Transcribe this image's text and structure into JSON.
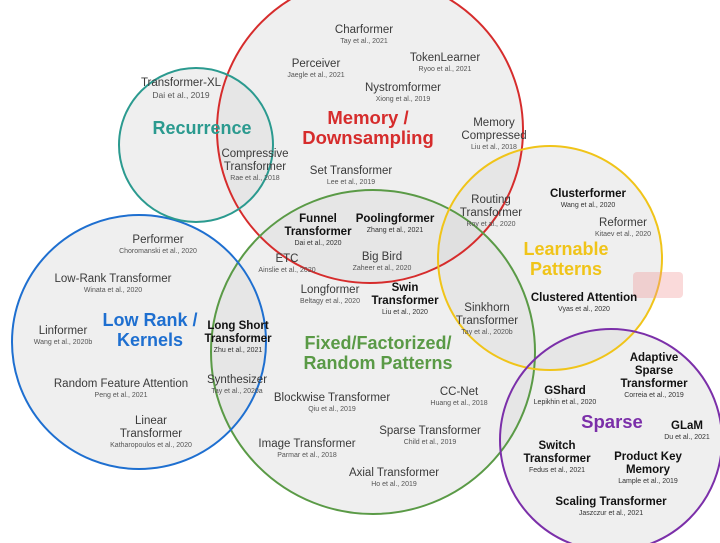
{
  "colors": {
    "recurrence": "#2b9a8f",
    "memory": "#d62c2c",
    "learnable": "#f0c419",
    "low_rank": "#1e6fd0",
    "fixed": "#5a9a46",
    "sparse": "#7b2fa9",
    "fill": "#d9d9d9"
  },
  "categories": {
    "recurrence": "Recurrence",
    "memory": [
      "Memory /",
      "Downsampling"
    ],
    "learnable": [
      "Learnable",
      "Patterns"
    ],
    "low_rank": [
      "Low Rank /",
      "Kernels"
    ],
    "fixed": [
      "Fixed/Factorized/",
      "Random Patterns"
    ],
    "sparse": "Sparse"
  },
  "models": [
    {
      "name": [
        "Charformer"
      ],
      "cite": "Tay et al., 2021"
    },
    {
      "name": [
        "Perceiver"
      ],
      "cite": "Jaegle et al., 2021"
    },
    {
      "name": [
        "TokenLearner"
      ],
      "cite": "Ryoo et al., 2021"
    },
    {
      "name": [
        "Nystromformer"
      ],
      "cite": "Xiong et al., 2019"
    },
    {
      "name": [
        "Transformer-XL"
      ],
      "cite": "Dai et al., 2019"
    },
    {
      "name": [
        "Memory",
        "Compressed"
      ],
      "cite": "Liu et al., 2018"
    },
    {
      "name": [
        "Compressive",
        "Transformer"
      ],
      "cite": "Rae et al., 2018"
    },
    {
      "name": [
        "Set Transformer"
      ],
      "cite": "Lee et al., 2019"
    },
    {
      "name": [
        "Routing",
        "Transformer"
      ],
      "cite": "Roy et al., 2020"
    },
    {
      "name": [
        "Clusterformer"
      ],
      "cite": "Wang et al., 2020"
    },
    {
      "name": [
        "Reformer"
      ],
      "cite": "Kitaev et al., 2020"
    },
    {
      "name": [
        "Funnel",
        "Transformer"
      ],
      "cite": "Dai et al., 2020"
    },
    {
      "name": [
        "Poolingformer"
      ],
      "cite": "Zhang et al., 2021"
    },
    {
      "name": [
        "Performer"
      ],
      "cite": "Choromanski et al., 2020"
    },
    {
      "name": [
        "ETC"
      ],
      "cite": "Ainslie et al., 2020"
    },
    {
      "name": [
        "Big Bird"
      ],
      "cite": "Zaheer et al., 2020"
    },
    {
      "name": [
        "Low-Rank Transformer"
      ],
      "cite": "Winata et al., 2020"
    },
    {
      "name": [
        "Longformer"
      ],
      "cite": "Beltagy et al., 2020"
    },
    {
      "name": [
        "Swin",
        "Transformer"
      ],
      "cite": "Liu et al., 2020"
    },
    {
      "name": [
        "Clustered Attention"
      ],
      "cite": "Vyas et al., 2020"
    },
    {
      "name": [
        "Sinkhorn",
        "Transformer"
      ],
      "cite": "Tay et al., 2020b"
    },
    {
      "name": [
        "Linformer"
      ],
      "cite": "Wang et al., 2020b"
    },
    {
      "name": [
        "Long Short",
        "Transformer"
      ],
      "cite": "Zhu et al., 2021"
    },
    {
      "name": [
        "Adaptive",
        "Sparse",
        "Transformer"
      ],
      "cite": "Correia et al., 2019"
    },
    {
      "name": [
        "Synthesizer"
      ],
      "cite": "Tay et al., 2020a"
    },
    {
      "name": [
        "Random Feature Attention"
      ],
      "cite": "Peng et al., 2021"
    },
    {
      "name": [
        "CC-Net"
      ],
      "cite": "Huang et al., 2018"
    },
    {
      "name": [
        "Blockwise Transformer"
      ],
      "cite": "Qiu et al., 2019"
    },
    {
      "name": [
        "GShard"
      ],
      "cite": "Lepikhin et al., 2020"
    },
    {
      "name": [
        "GLaM"
      ],
      "cite": "Du et al., 2021"
    },
    {
      "name": [
        "Linear",
        "Transformer"
      ],
      "cite": "Katharopoulos et al., 2020"
    },
    {
      "name": [
        "Sparse Transformer"
      ],
      "cite": "Child et al., 2019"
    },
    {
      "name": [
        "Image Transformer"
      ],
      "cite": "Parmar et al., 2018"
    },
    {
      "name": [
        "Switch",
        "Transformer"
      ],
      "cite": "Fedus et al., 2021"
    },
    {
      "name": [
        "Product Key",
        "Memory"
      ],
      "cite": "Lample et al., 2019"
    },
    {
      "name": [
        "Axial Transformer"
      ],
      "cite": "Ho et al., 2019"
    },
    {
      "name": [
        "Scaling Transformer"
      ],
      "cite": "Jaszczur et al., 2021"
    }
  ]
}
